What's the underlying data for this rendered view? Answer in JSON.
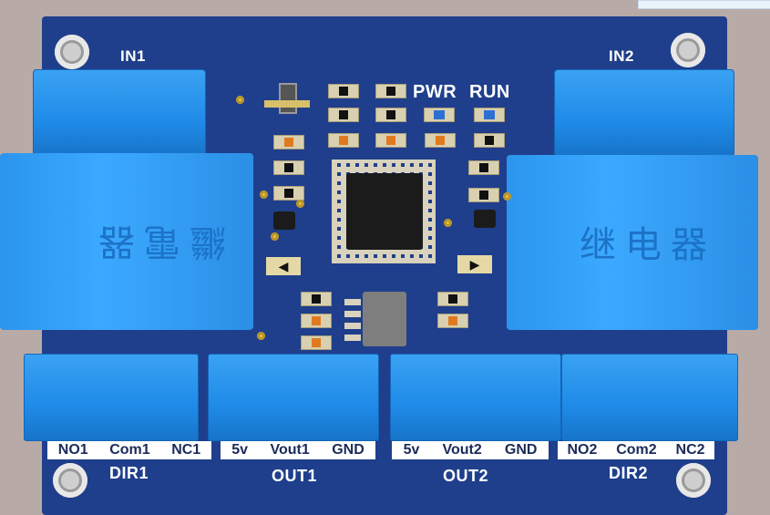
{
  "board": {
    "headers": {
      "in1": "IN1",
      "in2": "IN2",
      "pwr": "PWR",
      "run": "RUN"
    },
    "relay_text": {
      "left": "繼電器",
      "right": "继电器"
    },
    "terminal_labels": {
      "dir1": [
        "NO1",
        "Com1",
        "NC1"
      ],
      "out1": [
        "5v",
        "Vout1",
        "GND"
      ],
      "out2": [
        "5v",
        "Vout2",
        "GND"
      ],
      "dir2": [
        "NO2",
        "Com2",
        "NC2"
      ]
    },
    "bottom_labels": {
      "dir1": "DIR1",
      "out1": "OUT1",
      "out2": "OUT2",
      "dir2": "DIR2"
    }
  },
  "colors": {
    "pcb": "#1f3f8c",
    "terminal_blue": "#2b95ee",
    "silkscreen": "#ffffff"
  }
}
